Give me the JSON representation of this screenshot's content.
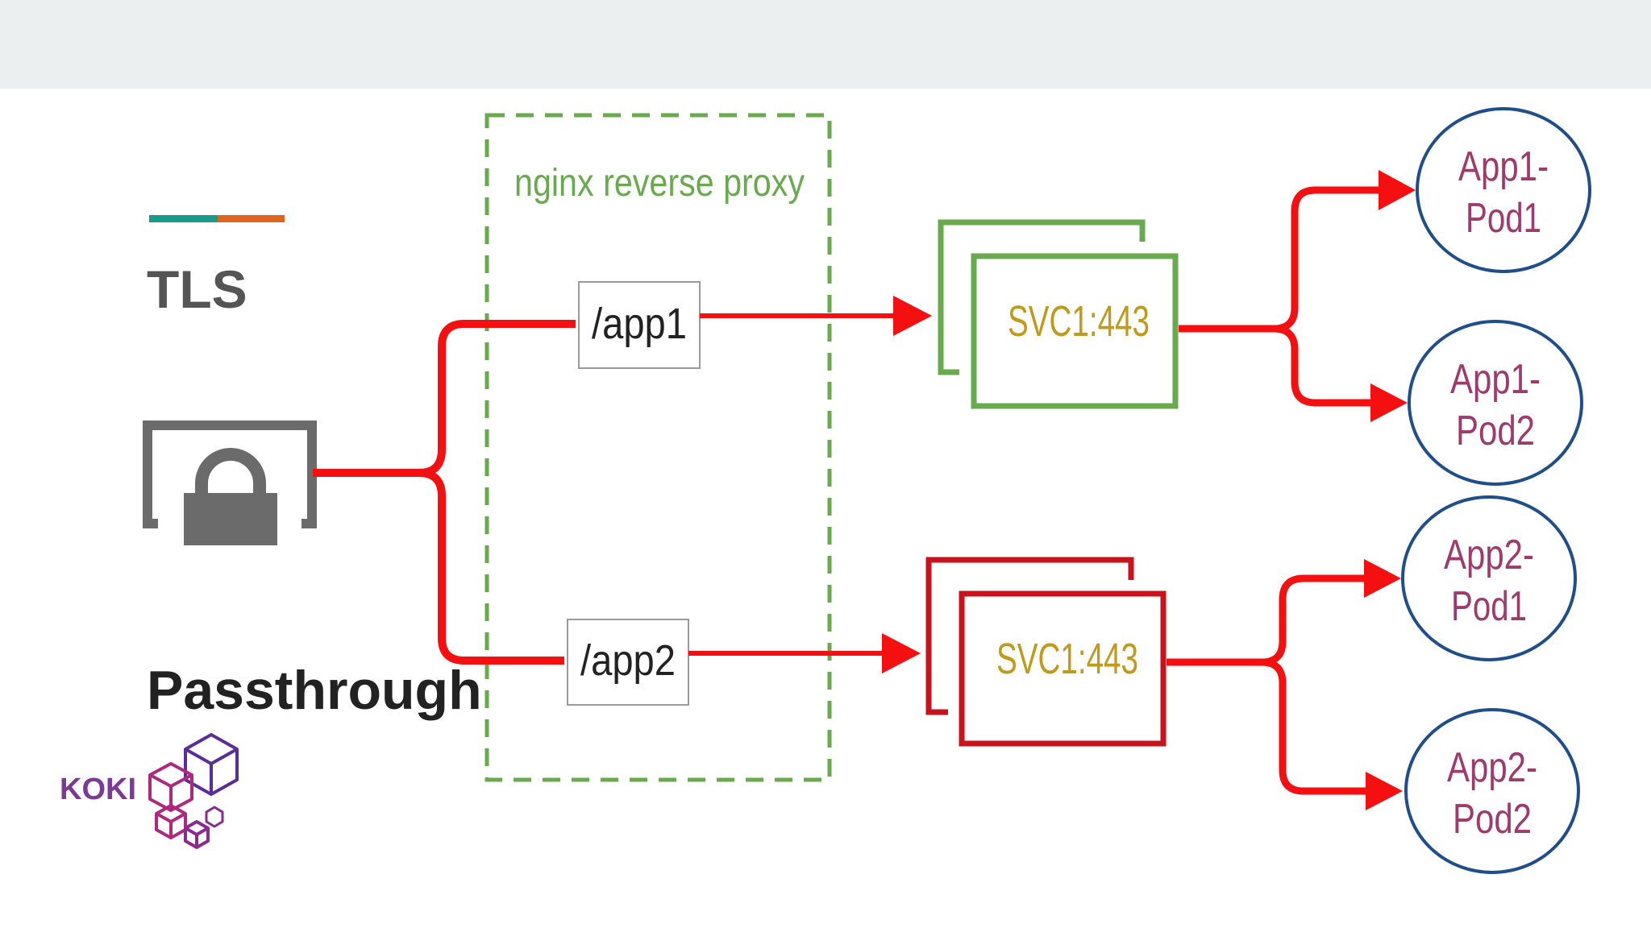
{
  "slide": {
    "heading_line1": "TLS",
    "heading_line2": "Passthrough",
    "accent_colors": [
      "#1a9a8a",
      "#e0651e"
    ]
  },
  "diagram": {
    "proxy_label": "nginx reverse proxy",
    "routes": [
      {
        "path": "/app1",
        "service": "SVC1:443",
        "service_color": "#6aaa4e",
        "pods": [
          "App1-\nPod1",
          "App1-\nPod2"
        ]
      },
      {
        "path": "/app2",
        "service": "SVC1:443",
        "service_color": "#c8121c",
        "pods": [
          "App2-\nPod1",
          "App2-\nPod2"
        ]
      }
    ],
    "pod_labels": [
      {
        "line1": "App1-",
        "line2": "Pod1"
      },
      {
        "line1": "App1-",
        "line2": "Pod2"
      },
      {
        "line1": "App2-",
        "line2": "Pod1"
      },
      {
        "line1": "App2-",
        "line2": "Pod2"
      }
    ],
    "arrow_color": "#f41010",
    "pod_border_color": "#1f4e8a",
    "pod_text_color": "#9e3a6c",
    "service_text_color": "#c09a1a",
    "proxy_border_color": "#6aaa4e"
  },
  "brand": {
    "logo_text": "KOKI"
  }
}
